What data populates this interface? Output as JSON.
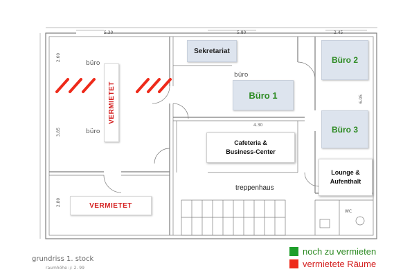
{
  "plan": {
    "caption": "grundriss 1. stock",
    "sub_caption": "raumhöhe :/: 2. 99",
    "sketch_labels": {
      "buero_top": "büro",
      "buero_mid": "büro",
      "buero_center": "büro",
      "treppenhaus": "treppenhaus",
      "wc": "WC"
    },
    "dimensions": {
      "d_top_left": "5.30",
      "d_top_mid": "5.80",
      "d_top_right": "2.45",
      "d_mid": "4.30",
      "d_left_1": "2.60",
      "d_left_2": "3.85",
      "d_left_3": "2.80",
      "d_right": "6.05"
    }
  },
  "rooms": {
    "sekretariat": "Sekretariat",
    "buero1": "Büro 1",
    "buero2": "Büro 2",
    "buero3": "Büro 3",
    "cafeteria": "Cafeteria &\nBusiness-Center",
    "lounge": "Lounge &\nAufenthalt",
    "vermietet_vertical": "VERMIETET",
    "vermietet_bottom": "VERMIETET"
  },
  "legend": {
    "available": {
      "label": "noch zu vermieten",
      "color": "#1e9e2a"
    },
    "rented": {
      "label": "vermietete Räume",
      "color": "#ee2a1a"
    }
  },
  "colors": {
    "available_text": "#2e8b24",
    "rented_text": "#d42020",
    "hatch": "#ee2a1a"
  }
}
